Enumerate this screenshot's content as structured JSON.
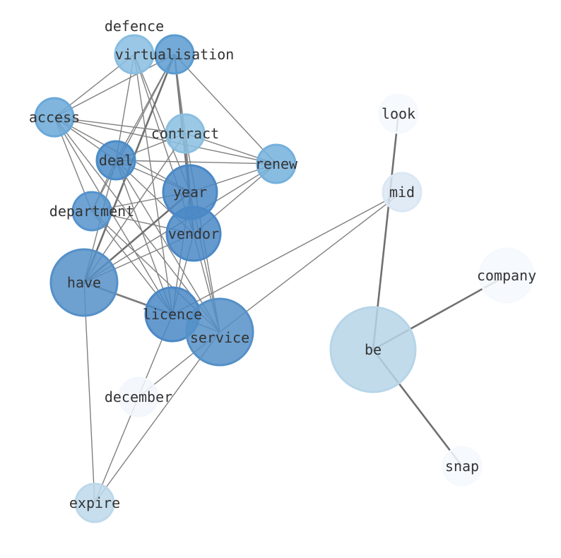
{
  "nodes": [
    {
      "id": "defence",
      "label": "defence",
      "size": 1,
      "color": "#88bde0"
    },
    {
      "id": "virtualisation",
      "label": "virtualisation",
      "size": 1,
      "color": "#5a9bd0"
    },
    {
      "id": "access",
      "label": "access",
      "size": 1,
      "color": "#6aa8d8"
    },
    {
      "id": "contract",
      "label": "contract",
      "size": 1,
      "color": "#8abfe0"
    },
    {
      "id": "deal",
      "label": "deal",
      "size": 1,
      "color": "#4a8cc8"
    },
    {
      "id": "renew",
      "label": "renew",
      "size": 1,
      "color": "#74b0dc"
    },
    {
      "id": "year",
      "label": "year",
      "size": 2,
      "color": "#4a88c6"
    },
    {
      "id": "department",
      "label": "department",
      "size": 1,
      "color": "#5593cc"
    },
    {
      "id": "vendor",
      "label": "vendor",
      "size": 2,
      "color": "#4a88c6"
    },
    {
      "id": "have",
      "label": "have",
      "size": 3,
      "color": "#5590c8"
    },
    {
      "id": "licence",
      "label": "licence",
      "size": 2,
      "color": "#4a88c6"
    },
    {
      "id": "service",
      "label": "service",
      "size": 3,
      "color": "#5590c8"
    },
    {
      "id": "december",
      "label": "december",
      "size": 1,
      "color": "#f2f7fd"
    },
    {
      "id": "expire",
      "label": "expire",
      "size": 1,
      "color": "#bcd8ea"
    },
    {
      "id": "look",
      "label": "look",
      "size": 1,
      "color": "#f5f9fe"
    },
    {
      "id": "mid",
      "label": "mid",
      "size": 1,
      "color": "#dae8f4"
    },
    {
      "id": "company",
      "label": "company",
      "size": 2,
      "color": "#f5f9fe"
    },
    {
      "id": "be",
      "label": "be",
      "size": 4,
      "color": "#b6d5e8"
    },
    {
      "id": "snap",
      "label": "snap",
      "size": 1,
      "color": "#f5f9fe"
    }
  ],
  "edges": [
    [
      "defence",
      "access",
      1
    ],
    [
      "defence",
      "deal",
      1
    ],
    [
      "defence",
      "licence",
      1
    ],
    [
      "defence",
      "year",
      1
    ],
    [
      "defence",
      "vendor",
      1
    ],
    [
      "virtualisation",
      "access",
      1
    ],
    [
      "virtualisation",
      "renew",
      1
    ],
    [
      "virtualisation",
      "have",
      2
    ],
    [
      "virtualisation",
      "deal",
      1
    ],
    [
      "virtualisation",
      "vendor",
      2
    ],
    [
      "virtualisation",
      "year",
      1
    ],
    [
      "virtualisation",
      "department",
      1
    ],
    [
      "virtualisation",
      "contract",
      1
    ],
    [
      "access",
      "contract",
      1
    ],
    [
      "access",
      "renew",
      1
    ],
    [
      "access",
      "deal",
      1
    ],
    [
      "access",
      "year",
      1
    ],
    [
      "access",
      "licence",
      1
    ],
    [
      "access",
      "service",
      1
    ],
    [
      "access",
      "department",
      1
    ],
    [
      "contract",
      "deal",
      1
    ],
    [
      "contract",
      "have",
      1
    ],
    [
      "contract",
      "year",
      1
    ],
    [
      "contract",
      "vendor",
      1
    ],
    [
      "contract",
      "renew",
      1
    ],
    [
      "contract",
      "service",
      1
    ],
    [
      "deal",
      "renew",
      1
    ],
    [
      "deal",
      "year",
      1
    ],
    [
      "deal",
      "vendor",
      1
    ],
    [
      "deal",
      "have",
      1
    ],
    [
      "deal",
      "licence",
      1
    ],
    [
      "deal",
      "service",
      1
    ],
    [
      "deal",
      "department",
      1
    ],
    [
      "renew",
      "year",
      1
    ],
    [
      "renew",
      "vendor",
      1
    ],
    [
      "renew",
      "have",
      1
    ],
    [
      "year",
      "department",
      1
    ],
    [
      "year",
      "have",
      2
    ],
    [
      "year",
      "licence",
      1
    ],
    [
      "year",
      "service",
      1
    ],
    [
      "year",
      "vendor",
      1
    ],
    [
      "department",
      "vendor",
      1
    ],
    [
      "department",
      "licence",
      1
    ],
    [
      "department",
      "service",
      1
    ],
    [
      "vendor",
      "have",
      1
    ],
    [
      "vendor",
      "licence",
      1
    ],
    [
      "vendor",
      "service",
      1
    ],
    [
      "have",
      "licence",
      2
    ],
    [
      "have",
      "service",
      1
    ],
    [
      "have",
      "expire",
      1
    ],
    [
      "licence",
      "service",
      1
    ],
    [
      "licence",
      "expire",
      1
    ],
    [
      "licence",
      "mid",
      1
    ],
    [
      "service",
      "mid",
      1
    ],
    [
      "service",
      "expire",
      1
    ],
    [
      "service",
      "december",
      1
    ],
    [
      "be",
      "look",
      2
    ],
    [
      "be",
      "company",
      2
    ],
    [
      "be",
      "snap",
      2
    ]
  ]
}
